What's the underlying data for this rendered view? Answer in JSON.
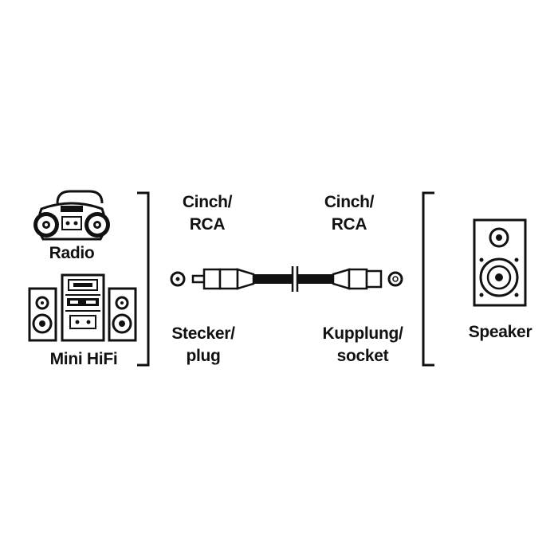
{
  "source_devices": {
    "radio_label": "Radio",
    "hifi_label": "Mini HiFi"
  },
  "plug_end": {
    "type_line1": "Cinch/",
    "type_line2": "RCA",
    "gender_line1": "Stecker/",
    "gender_line2": "plug"
  },
  "socket_end": {
    "type_line1": "Cinch/",
    "type_line2": "RCA",
    "gender_line1": "Kupplung/",
    "gender_line2": "socket"
  },
  "target_device": {
    "label": "Speaker"
  },
  "icons": [
    "radio-icon",
    "mini-hifi-icon",
    "rca-plug-icon",
    "rca-socket-icon",
    "cable-icon",
    "speaker-icon"
  ],
  "colors": {
    "line": "#111111",
    "background": "#ffffff"
  }
}
